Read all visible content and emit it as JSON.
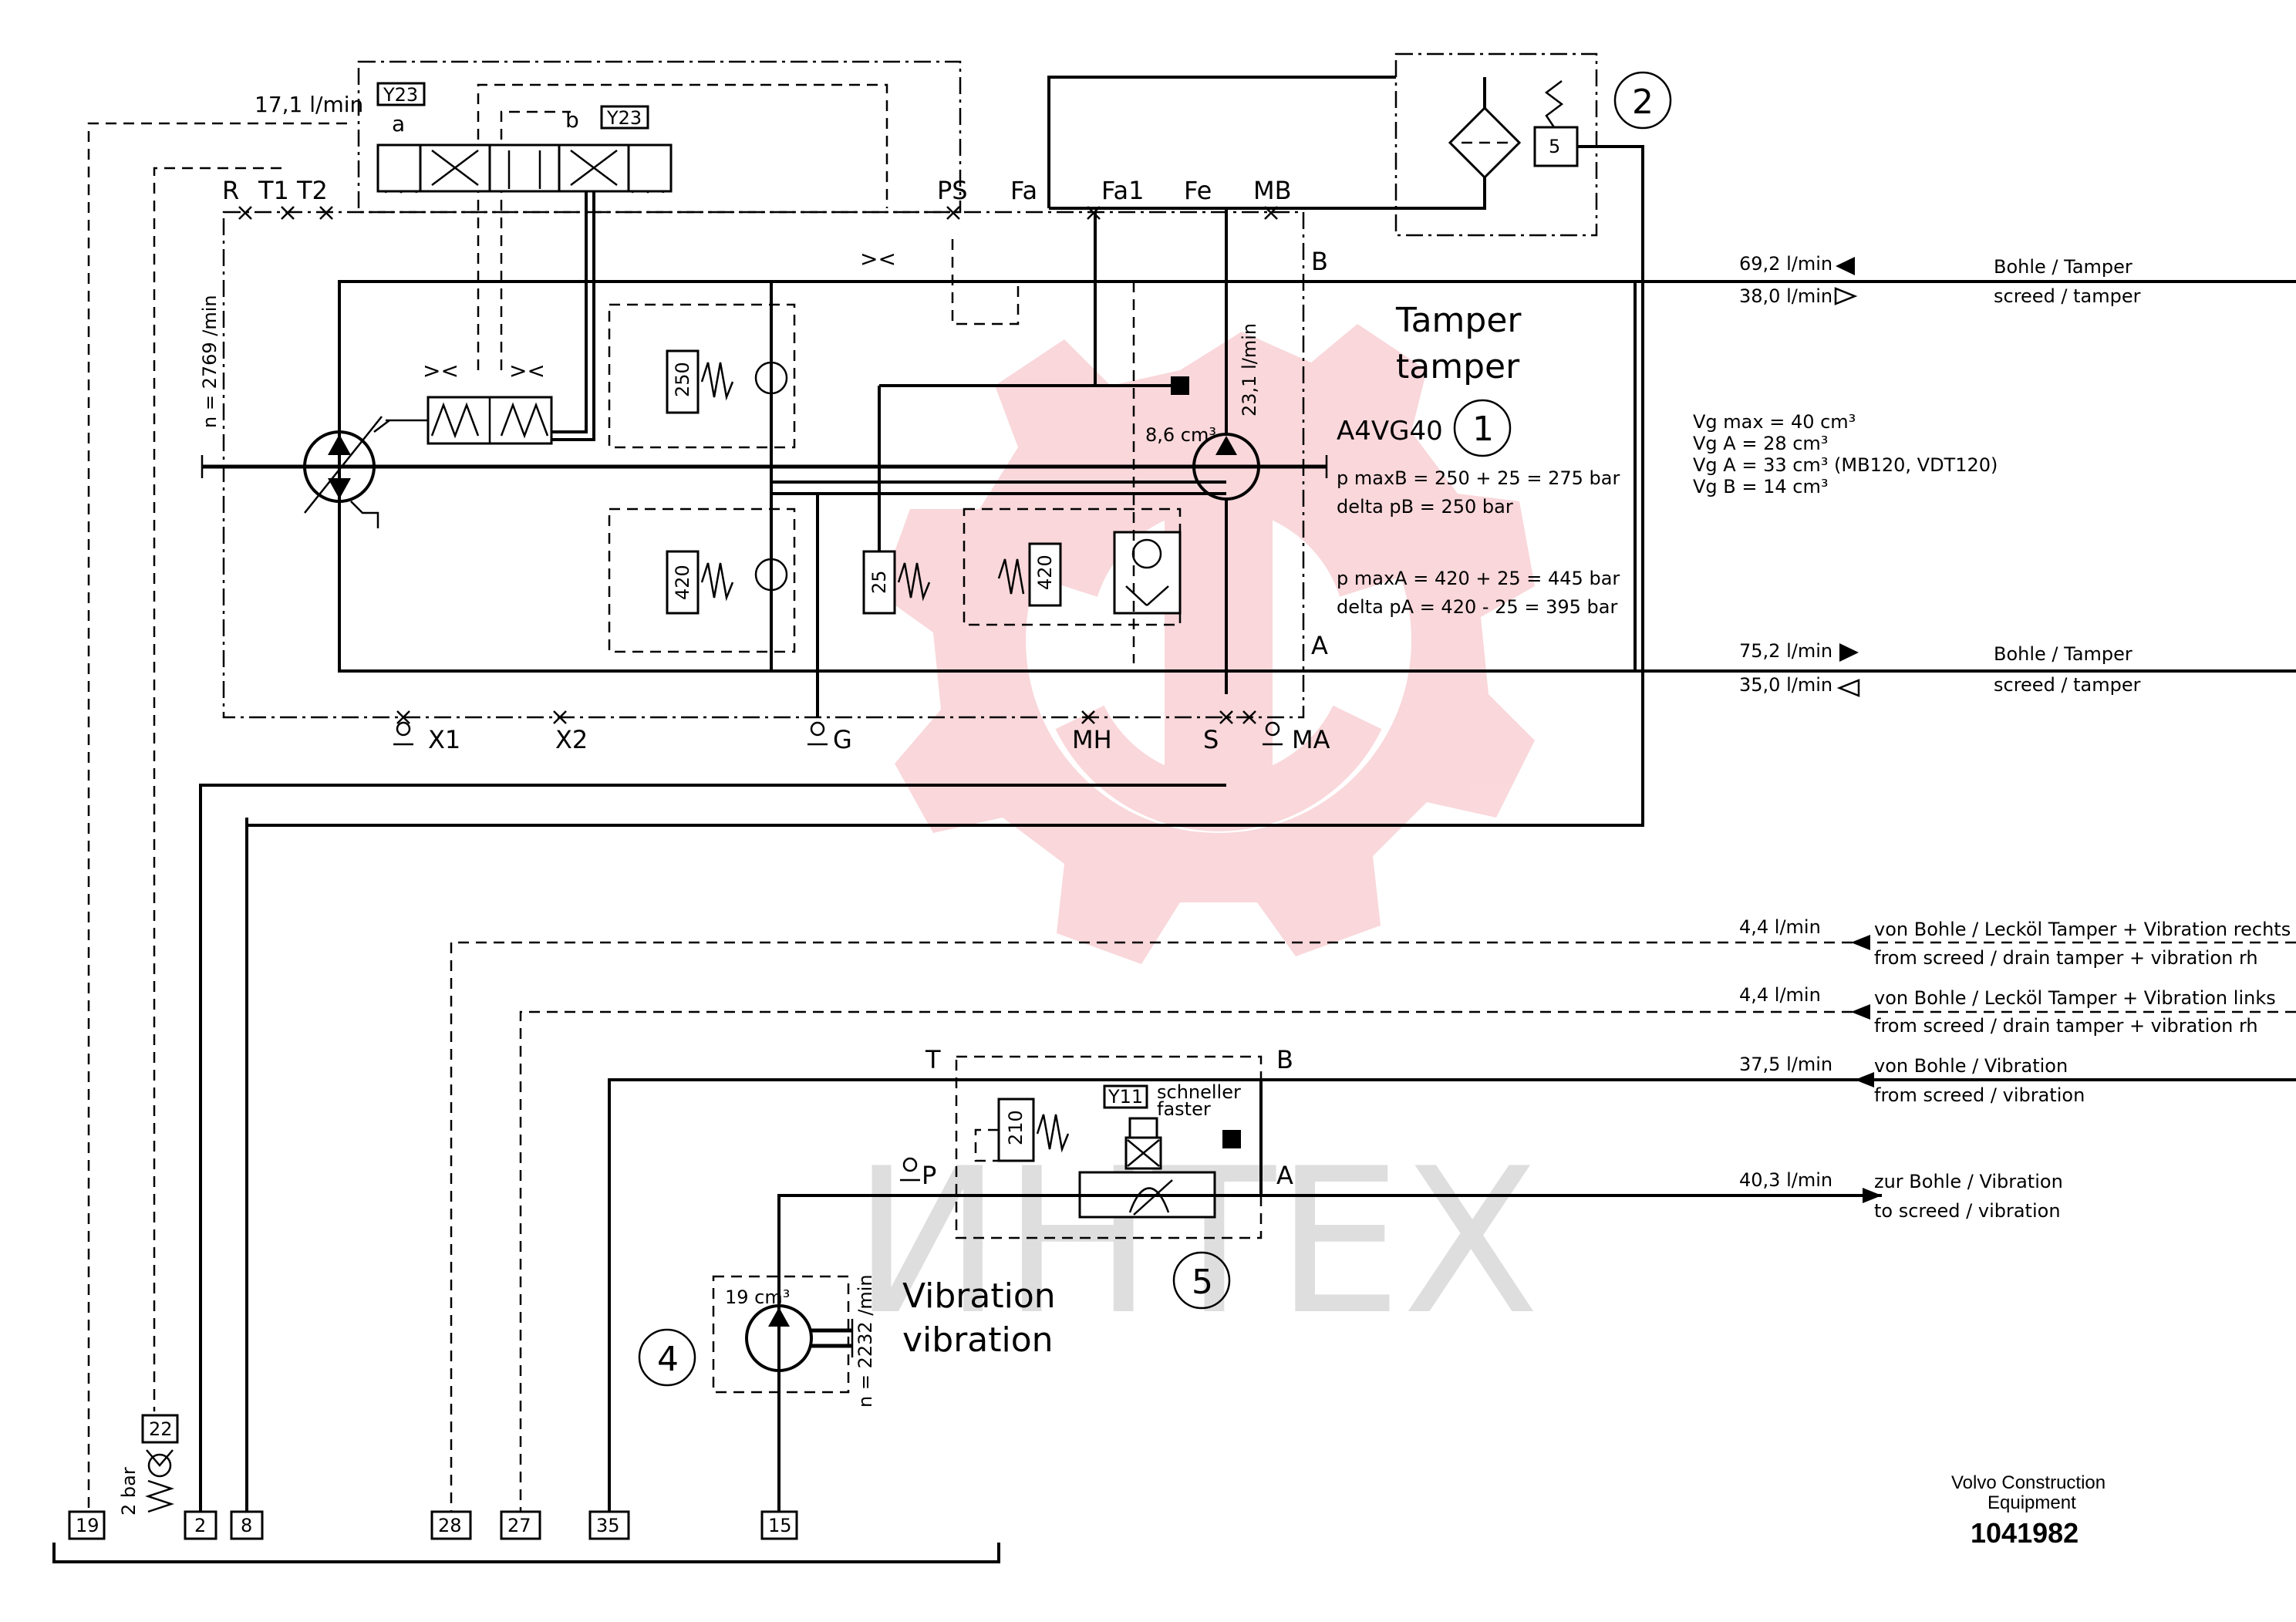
{
  "watermark": {
    "text": "ИНТЕХ",
    "logo_color": "#f5b8bd",
    "text_color": "#d9d9d9"
  },
  "component_numbers": [
    "1",
    "2",
    "4",
    "5"
  ],
  "tamper_pump": {
    "title_de": "Tamper",
    "title_en": "tamper",
    "model": "A4VG40",
    "speed": "n = 2769 /min",
    "displacement": "8,6 cm³",
    "flow": "23,1 l/min",
    "pressures": [
      "p maxB = 250 + 25 = 275 bar",
      "delta pB = 250 bar",
      "p maxA = 420 + 25 = 445 bar",
      "delta pA = 420 - 25 = 395 bar"
    ],
    "valve_settings": [
      "250",
      "420",
      "25",
      "420"
    ],
    "solenoid": "Y23",
    "solenoid_sides": [
      "a",
      "b"
    ],
    "drain_flow": "17,1 l/min"
  },
  "displacements": [
    "Vg max = 40 cm³",
    "Vg A = 28 cm³",
    "Vg A = 33 cm³ (MB120, VDT120)",
    "Vg B = 14 cm³"
  ],
  "ports_top": [
    "R",
    "T1",
    "T2",
    "PS",
    "Fa",
    "Fa1",
    "Fe",
    "MB"
  ],
  "ports_bottom": [
    "X1",
    "X2",
    "G",
    "MH",
    "S",
    "MA"
  ],
  "port_b": "B",
  "port_a": "A",
  "filter_setting": "5",
  "lines": [
    {
      "flow": "69,2 l/min",
      "label_de": "Bohle / Tamper",
      "label_en": ""
    },
    {
      "flow": "38,0 l/min",
      "label_de": "",
      "label_en": "screed / tamper"
    },
    {
      "flow": "75,2 l/min",
      "label_de": "Bohle / Tamper",
      "label_en": ""
    },
    {
      "flow": "35,0 l/min",
      "label_de": "",
      "label_en": "screed / tamper"
    },
    {
      "flow": "4,4 l/min",
      "label_de": "von Bohle / Lecköl Tamper + Vibration rechts",
      "label_en": "from screed / drain tamper + vibration rh"
    },
    {
      "flow": "4,4 l/min",
      "label_de": "von Bohle / Lecköl Tamper + Vibration links",
      "label_en": "from screed / drain tamper + vibration rh"
    },
    {
      "flow": "37,5 l/min",
      "label_de": "von Bohle / Vibration",
      "label_en": "from screed / vibration"
    },
    {
      "flow": "40,3 l/min",
      "label_de": "zur Bohle / Vibration",
      "label_en": "to screed / vibration"
    }
  ],
  "vibration_valve": {
    "ports": [
      "T",
      "B",
      "P",
      "A"
    ],
    "relief": "210",
    "solenoid": "Y11",
    "note_de": "schneller",
    "note_en": "faster"
  },
  "vibration_pump": {
    "title_de": "Vibration",
    "title_en": "vibration",
    "displacement": "19 cm³",
    "speed": "n = 2232 /min"
  },
  "bottom_ports": [
    "19",
    "22",
    "2",
    "8",
    "28",
    "27",
    "35",
    "15"
  ],
  "check_valve": "2 bar",
  "footer": {
    "company_line1": "Volvo Construction",
    "company_line2": "Equipment",
    "drawing_number": "1041982"
  }
}
